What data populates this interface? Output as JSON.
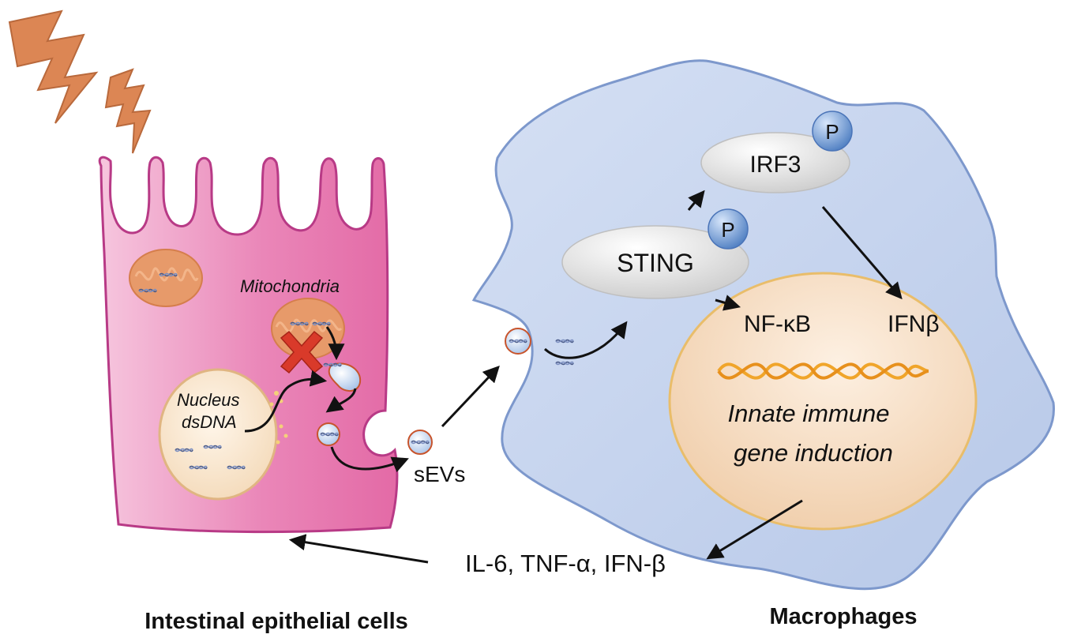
{
  "labels": {
    "mitochondria": "Mitochondria",
    "nucleus": "Nucleus",
    "dsdna": "dsDNA",
    "sevs": "sEVs",
    "sting": "STING",
    "irf3": "IRF3",
    "phospho_sting": "P",
    "phospho_irf3": "P",
    "nfkb": "NF-κB",
    "ifnb": "IFNβ",
    "gene_line1": "Innate immune",
    "gene_line2": "gene induction",
    "cytokines": "IL-6, TNF-α, IFN-β",
    "left_caption": "Intestinal epithelial cells",
    "right_caption": "Macrophages"
  },
  "colors": {
    "epithelial_fill": "#e773ad",
    "epithelial_stroke": "#b83a86",
    "macrophage_fill": "#c2d0ec",
    "macrophage_stroke": "#7d98cc",
    "mito_fill": "#e79a6a",
    "lightning": "#dc8654",
    "nucleus_fill": "#f8e8d2",
    "vesicle_stroke": "#c8542c",
    "vesicle_fill": "#bcd0ec",
    "cross": "#d93a2a",
    "helix": "#f0a52a",
    "phospho": "#6f9ad4"
  },
  "icons": [
    "lightning-bolt-icon",
    "dna-fragment-icon",
    "red-x-block-icon",
    "phosphate-icon",
    "dna-double-helix-icon"
  ]
}
